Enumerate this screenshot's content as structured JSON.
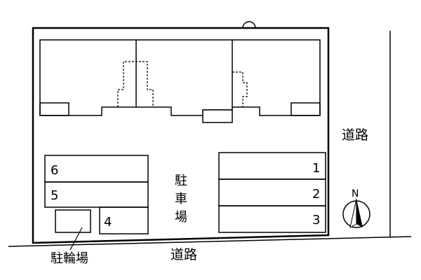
{
  "labels": {
    "road_east": "道路",
    "road_south": "道路",
    "parking": [
      "駐",
      "車",
      "場"
    ],
    "bicycle_parking": "駐輪場",
    "north": "N"
  },
  "parking_spaces": {
    "left": [
      "6",
      "5",
      "4"
    ],
    "right": [
      "1",
      "2",
      "3"
    ]
  }
}
